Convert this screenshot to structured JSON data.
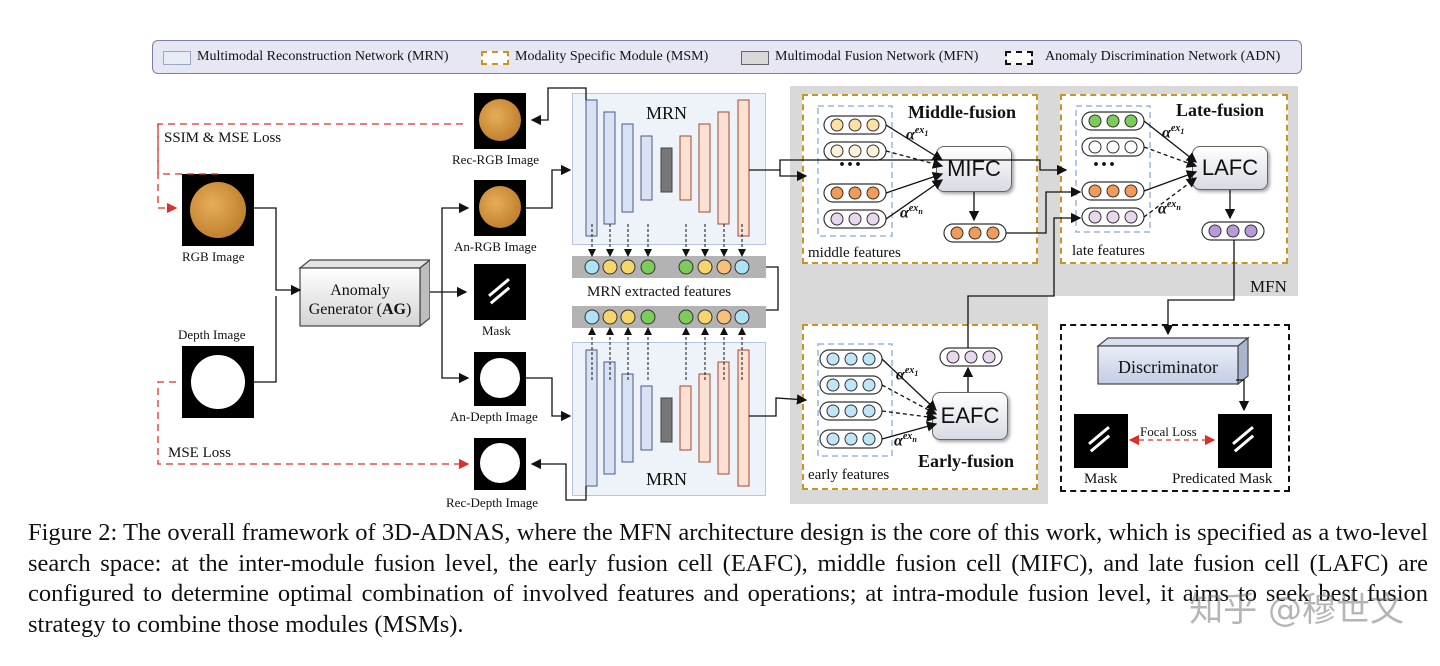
{
  "legend": {
    "mrn": "Multimodal Reconstruction Network (MRN)",
    "msm": "Modality Specific  Module (MSM)",
    "mfn": "Multimodal Fusion Network (MFN)",
    "adn": "Anomaly Discrimination Network (ADN)"
  },
  "loss": {
    "ssim_mse": "SSIM & MSE Loss",
    "mse": "MSE Loss",
    "focal": "Focal Loss"
  },
  "images": {
    "rgb": "RGB Image",
    "depth": "Depth Image",
    "rec_rgb": "Rec-RGB Image",
    "an_rgb": "An-RGB Image",
    "mask": "Mask",
    "an_depth": "An-Depth Image",
    "rec_depth": "Rec-Depth Image"
  },
  "ag": {
    "line1": "Anomaly",
    "line2a": "Generator (",
    "line2b": "AG",
    "line2c": ")"
  },
  "mrn": {
    "top": "MRN",
    "bottom": "MRN",
    "features": "MRN extracted features"
  },
  "mfn": {
    "label": "MFN",
    "middle_title": "Middle-fusion",
    "late_title": "Late-fusion",
    "early_title": "Early-fusion",
    "middle_features": "middle features",
    "late_features": "late features",
    "early_features": "early features",
    "mifc": "MIFC",
    "lafc": "LAFC",
    "eafc": "EAFC",
    "dots": "···",
    "alpha": "α",
    "sup1": "ex",
    "sub1": "1",
    "subn": "n"
  },
  "adn": {
    "discriminator": "Discriminator",
    "mask": "Mask",
    "pred_mask": "Predicated Mask"
  },
  "caption": "Figure 2: The overall framework of 3D-ADNAS, where the MFN architecture design is the core of this work, which is specified as a two-level search space: at the inter-module fusion level, the early fusion cell (EAFC), middle fusion cell (MIFC), and late fusion cell (LAFC) are configured to determine optimal combination of involved features and operations; at intra-module fusion level, it aims to seek best fusion strategy to combine those modules (MSMs).",
  "watermark": "知乎 @穆世文",
  "colors": {
    "mrn_fill": "#dfe5f2",
    "msm_border": "#c8961e",
    "mfn_fill": "#d9d9d9",
    "loss_red": "#d9322a"
  }
}
